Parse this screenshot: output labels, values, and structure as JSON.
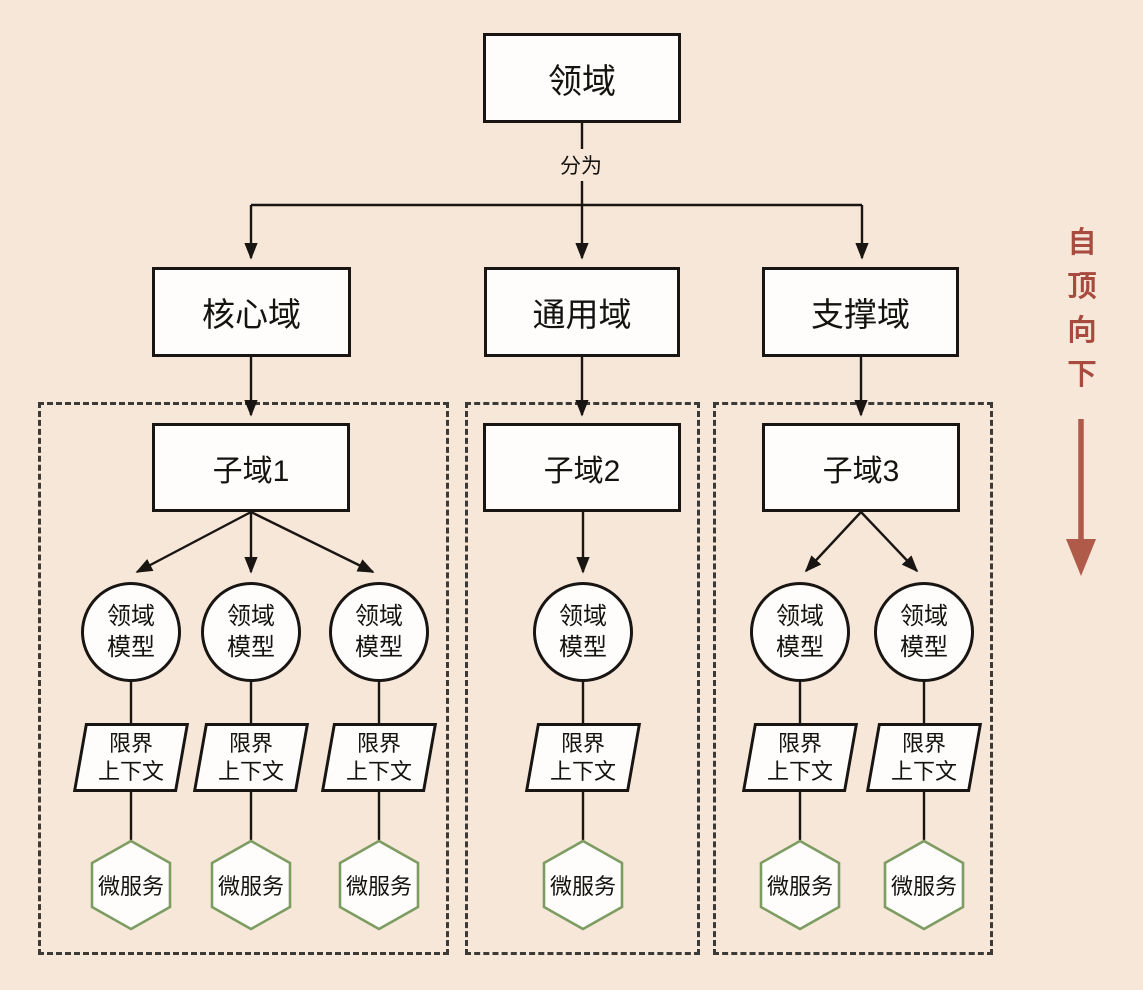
{
  "labels": {
    "root": "领域",
    "split": "分为",
    "model_line1": "领域",
    "model_line2": "模型",
    "context_line1": "限界",
    "context_line2": "上下文",
    "service": "微服务"
  },
  "domains": [
    "核心域",
    "通用域",
    "支撑域"
  ],
  "groups": [
    {
      "subdomain": "子域1",
      "model_count": 3
    },
    {
      "subdomain": "子域2",
      "model_count": 1
    },
    {
      "subdomain": "子域3",
      "model_count": 2
    }
  ],
  "side_note": {
    "text": "自顶向下",
    "chars": [
      "自",
      "顶",
      "向",
      "下"
    ]
  },
  "colors": {
    "background": "#f7e7d9",
    "node_fill": "#fefdfb",
    "node_border": "#181512",
    "dashed_border": "#3c3a37",
    "hexagon_border": "#7d9c62",
    "accent_red": "#a84a3e"
  }
}
